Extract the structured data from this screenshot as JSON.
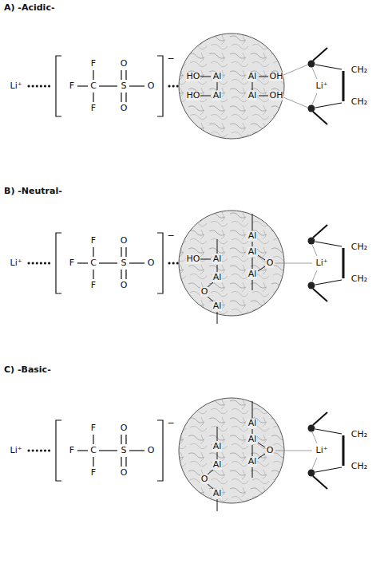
{
  "diagram": {
    "labels": [
      "A) -Acidic-",
      "Li⁺",
      "F",
      "F",
      "C",
      "F",
      "O",
      "S",
      "O",
      "O",
      "−",
      "HO",
      "Al",
      "HO",
      "Al",
      "Al",
      "OH",
      "Al",
      "OH",
      "Li⁺",
      "CH₂",
      "CH₂",
      "B) -Neutral-",
      "Li⁺",
      "F",
      "F",
      "C",
      "F",
      "O",
      "S",
      "O",
      "O",
      "−",
      "HO",
      "Al",
      "Al",
      "O",
      "Al",
      "Al",
      "Al",
      "O",
      "Al",
      "Li⁺",
      "CH₂",
      "CH₂",
      "C) -Basic-",
      "Li⁺",
      "F",
      "F",
      "C",
      "F",
      "O",
      "S",
      "O",
      "O",
      "−",
      "Al",
      "Al",
      "O",
      "Al",
      "Al",
      "Al",
      "O",
      "Al",
      "Li⁺",
      "CH₂",
      "CH₂"
    ]
  }
}
